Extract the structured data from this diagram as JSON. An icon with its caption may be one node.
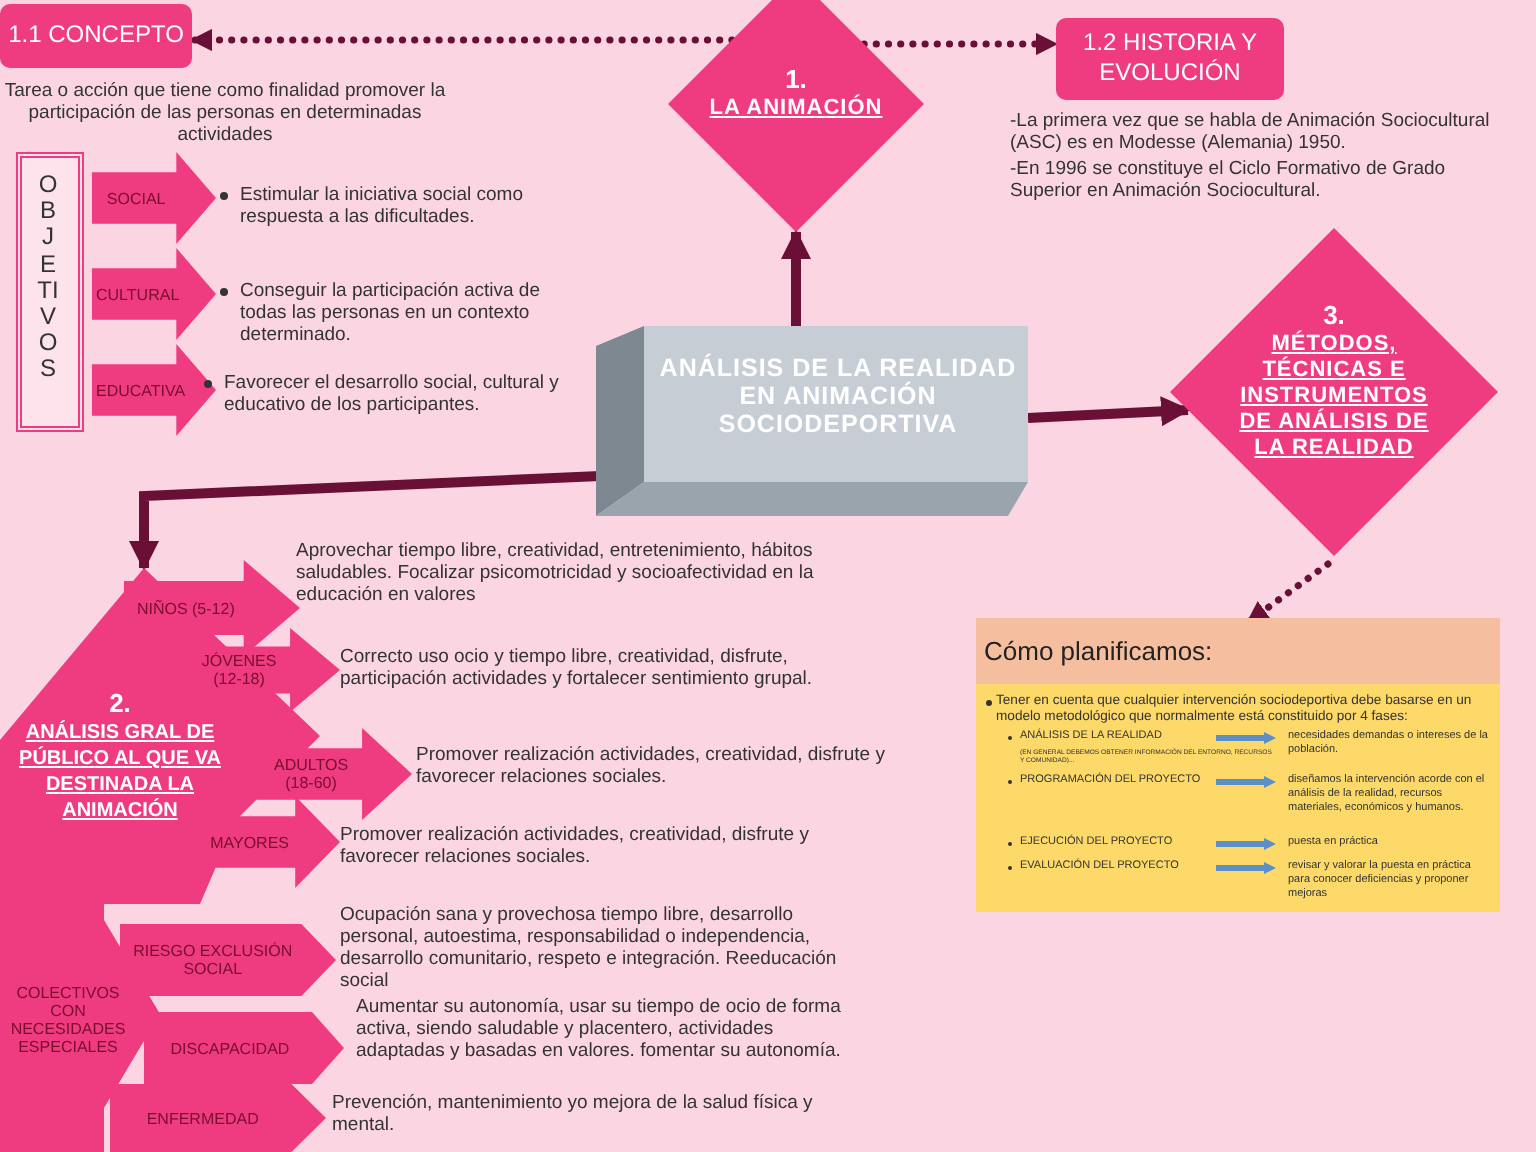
{
  "diagram": {
    "nodes": [
      {
        "text": [
          "ANÁLISIS DE LA REALIDAD EN ANIMACIÓN SOCIODEPORTIVA"
        ]
      },
      {
        "text": [
          "1.",
          "LA ANIMACIÓN"
        ]
      },
      {
        "text": [
          "1.1 CONCEPTO"
        ],
        "beside": [
          "Tarea o acción que tiene como finalidad promover la participación de las personas en determinadas actividades"
        ]
      },
      {
        "text": [
          "1.2 HISTORIA Y EVOLUCIÓN"
        ],
        "beside": [
          "-La primera vez que se habla de Animación Sociocultural (ASC) es en Modesse (Alemania) 1950.",
          "-En 1996 se constituye el Ciclo Formativo de Grado Superior en Animación Sociocultural."
        ]
      },
      {
        "text": [
          "3.",
          "MÉTODOS, TÉCNICAS E INSTRUMENTOS DE ANÁLISIS DE LA REALIDAD"
        ]
      },
      {
        "text": [
          "Cómo planificamos:"
        ]
      },
      {
        "text": [
          "Tener en cuenta que cualquier intervención sociodeportiva debe basarse en un modelo metodológico que normalmente está constituido por 4 fases:",
          "ANÁLISIS DE LA REALIDAD",
          "necesidades demandas o intereses de la población.",
          "(EN GENERAL DEBEMOS OBTENER INFORMACIÓN DEL ENTORNO, RECURSOS Y COMUNIDAD)...",
          "PROGRAMACIÓN DEL PROYECTO",
          "diseñamos la intervención acorde con el análisis de la realidad, recursos materiales, económicos y humanos.",
          "EJECUCIÓN DEL PROYECTO",
          "puesta en práctica",
          "EVALUACIÓN DEL PROYECTO",
          "revisar y valorar la puesta en práctica para conocer deficiencias y proponer mejoras"
        ]
      },
      {
        "text": [
          "2.",
          "ANÁLISIS GRAL DE PÚBLICO AL QUE VA DESTINADA LA ANIMACIÓN"
        ]
      },
      {
        "text": [
          "NIÑOS (5-12)"
        ],
        "beside": [
          "Aprovechar tiempo libre, creatividad, entretenimiento, hábitos saludables. Focalizar psicomotricidad y socioafectividad en la educación en valores"
        ]
      },
      {
        "text": [
          "JÓVENES (12-18)"
        ],
        "beside": [
          "Correcto uso ocio y tiempo libre, creatividad, disfrute, participación actividades y fortalecer sentimiento grupal."
        ]
      },
      {
        "text": [
          "ADULTOS (18-60)"
        ],
        "beside": [
          "Promover realización actividades, creatividad, disfrute y favorecer relaciones sociales."
        ]
      },
      {
        "text": [
          "MAYORES"
        ],
        "beside": [
          "Promover realización actividades, creatividad, disfrute y favorecer relaciones sociales."
        ]
      },
      {
        "text": [
          "COLECTIVOS CON NECESIDADES ESPECIALES"
        ]
      },
      {
        "text": [
          "RIESGO EXCLUSIÓN SOCIAL"
        ],
        "beside": [
          "Ocupación sana y provechosa tiempo libre, desarrollo personal, autoestima, responsabilidad o independencia, desarrollo comunitario, respeto e integración. Reeducación social"
        ]
      },
      {
        "text": [
          "DISCAPACIDAD"
        ],
        "beside": [
          "Aumentar su autonomía, usar su tiempo de ocio de forma activa, siendo saludable y placentero, actividades adaptadas y basadas en valores. fomentar su autonomía."
        ]
      },
      {
        "text": [
          "ENFERMEDAD"
        ],
        "beside": [
          "Prevención, mantenimiento yo mejora de la salud física y mental."
        ]
      },
      {
        "text": [
          "OBJETIVOS"
        ]
      },
      {
        "text": [
          "SOCIAL"
        ],
        "beside": [
          "Estimular la iniciativa social como respuesta a las dificultades."
        ]
      },
      {
        "text": [
          "CULTURAL"
        ],
        "beside": [
          "Conseguir la participación activa de todas las personas en un contexto determinado."
        ]
      },
      {
        "text": [
          "EDUCATIVA"
        ],
        "beside": [
          "Favorecer el desarrollo social, cultural y educativo de los participantes."
        ]
      }
    ],
    "edges": [
      {
        "from": 1,
        "to": 2,
        "arrow": "to",
        "style": "dashed"
      },
      {
        "from": 1,
        "to": 3,
        "arrow": "to",
        "style": "dashed"
      },
      {
        "from": 0,
        "to": 1,
        "arrow": "to"
      },
      {
        "from": 0,
        "to": 4,
        "arrow": "to"
      },
      {
        "from": 0,
        "to": 7,
        "arrow": "to"
      },
      {
        "from": 4,
        "to": 5,
        "arrow": "to",
        "style": "dashed"
      }
    ]
  }
}
